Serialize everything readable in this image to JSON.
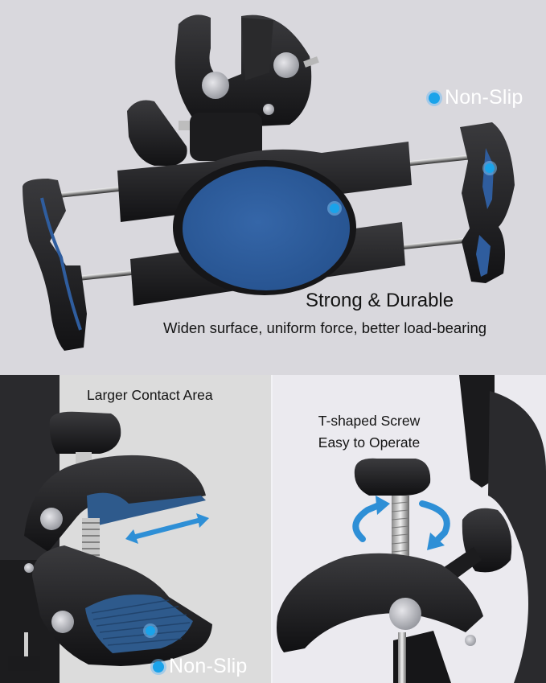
{
  "top_panel": {
    "badge_top_right": {
      "label": "Non-Slip",
      "icon": "blue-dot-icon"
    },
    "title": "Strong & Durable",
    "subtitle": "Widen surface, uniform force, better load-bearing",
    "colors": {
      "background": "#d9d8dd",
      "pad_blue": "#2f5d9e",
      "dot_blue": "#1aa3ea",
      "holder_black": "#1e1e20"
    }
  },
  "bottom_left_panel": {
    "caption": "Larger Contact Area",
    "badge": {
      "label": "Non-Slip",
      "icon": "blue-dot-icon"
    },
    "arrow": "double-arrow-icon",
    "colors": {
      "background": "#dcdcdc",
      "arrow_blue": "#2e8fd6"
    }
  },
  "bottom_right_panel": {
    "caption_line1": "T-shaped Screw",
    "caption_line2": "Easy to Operate",
    "arrow": "rotate-arrows-icon",
    "colors": {
      "background": "#ebeaef",
      "arrow_blue": "#2e8fd6"
    }
  }
}
